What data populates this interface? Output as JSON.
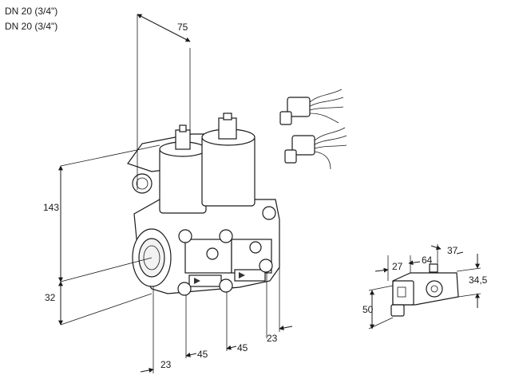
{
  "header": {
    "line1": "DN 20 (3/4\")",
    "line2": "DN 20 (3/4\")"
  },
  "dimensions": {
    "top_depth": "75",
    "height": "143",
    "lower_height": "32",
    "bottom_offset_left": "23",
    "spacing_1": "45",
    "spacing_2": "45",
    "bottom_offset_right": "23",
    "connector_27": "27",
    "connector_64": "64",
    "connector_37": "37",
    "connector_34_5": "34,5",
    "connector_50": "50"
  },
  "colors": {
    "line": "#1a1a1a",
    "body_fill": "#ffffff",
    "shade": "#d9d9d9",
    "dark": "#333333"
  }
}
